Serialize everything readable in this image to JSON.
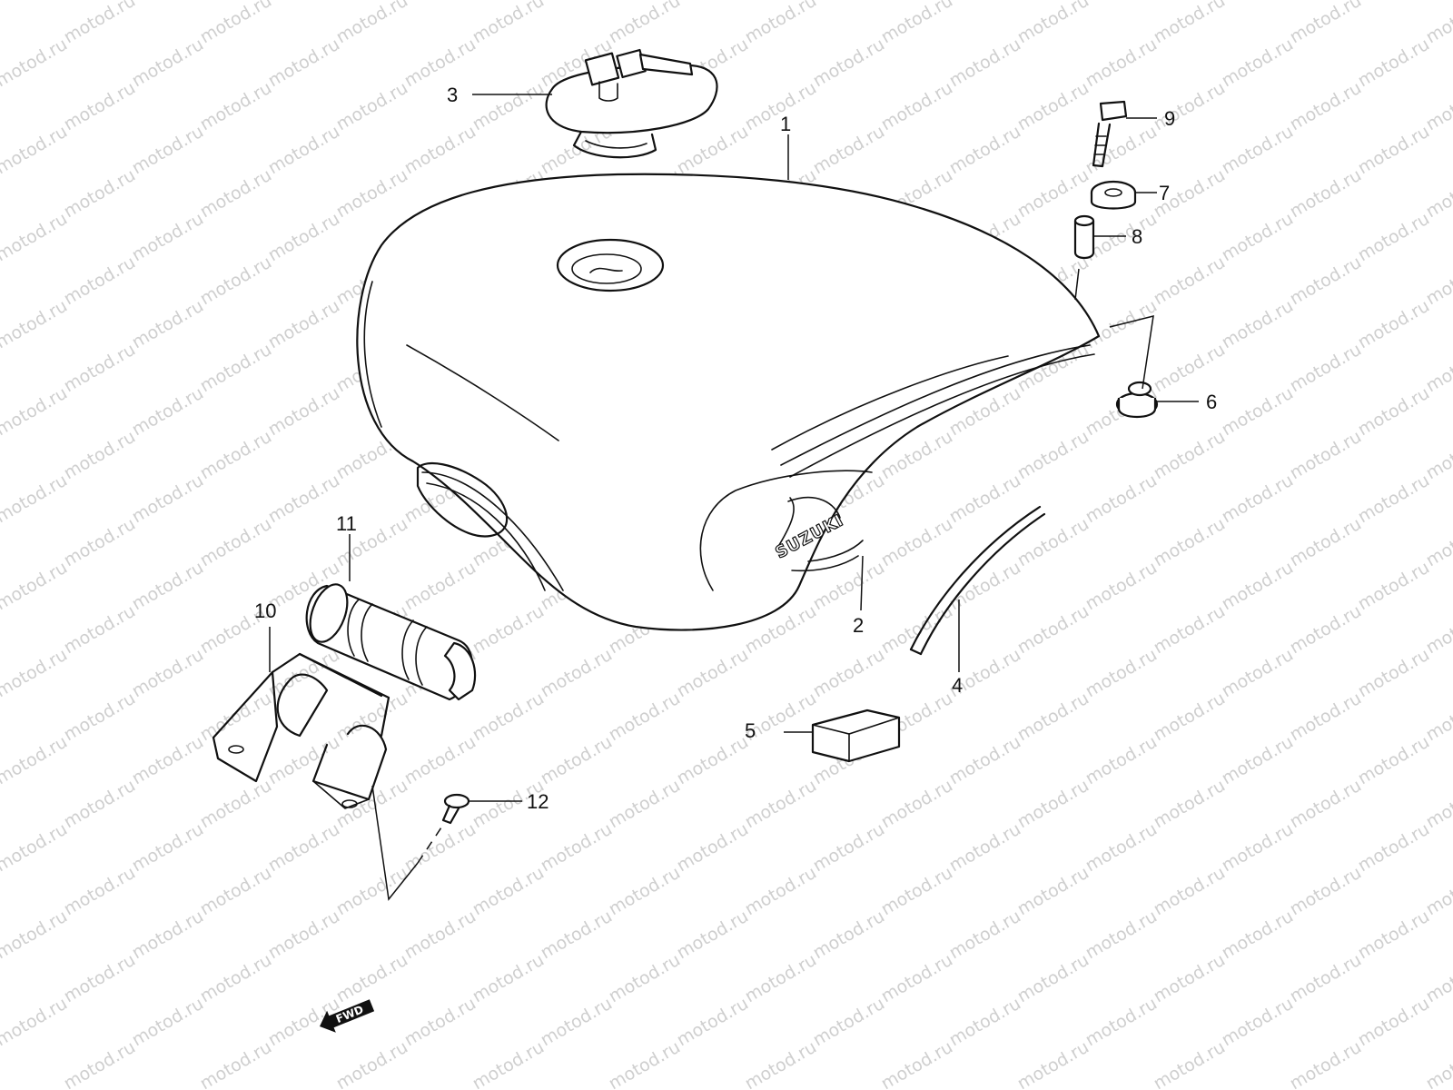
{
  "watermark": {
    "text": "motod.ru"
  },
  "diagram": {
    "brand_logo": "SUZUKI",
    "direction_marker": "FWD",
    "callouts": [
      {
        "number": "1"
      },
      {
        "number": "2"
      },
      {
        "number": "3"
      },
      {
        "number": "4"
      },
      {
        "number": "5"
      },
      {
        "number": "6"
      },
      {
        "number": "7"
      },
      {
        "number": "8"
      },
      {
        "number": "9"
      },
      {
        "number": "10"
      },
      {
        "number": "11"
      },
      {
        "number": "12"
      }
    ]
  }
}
